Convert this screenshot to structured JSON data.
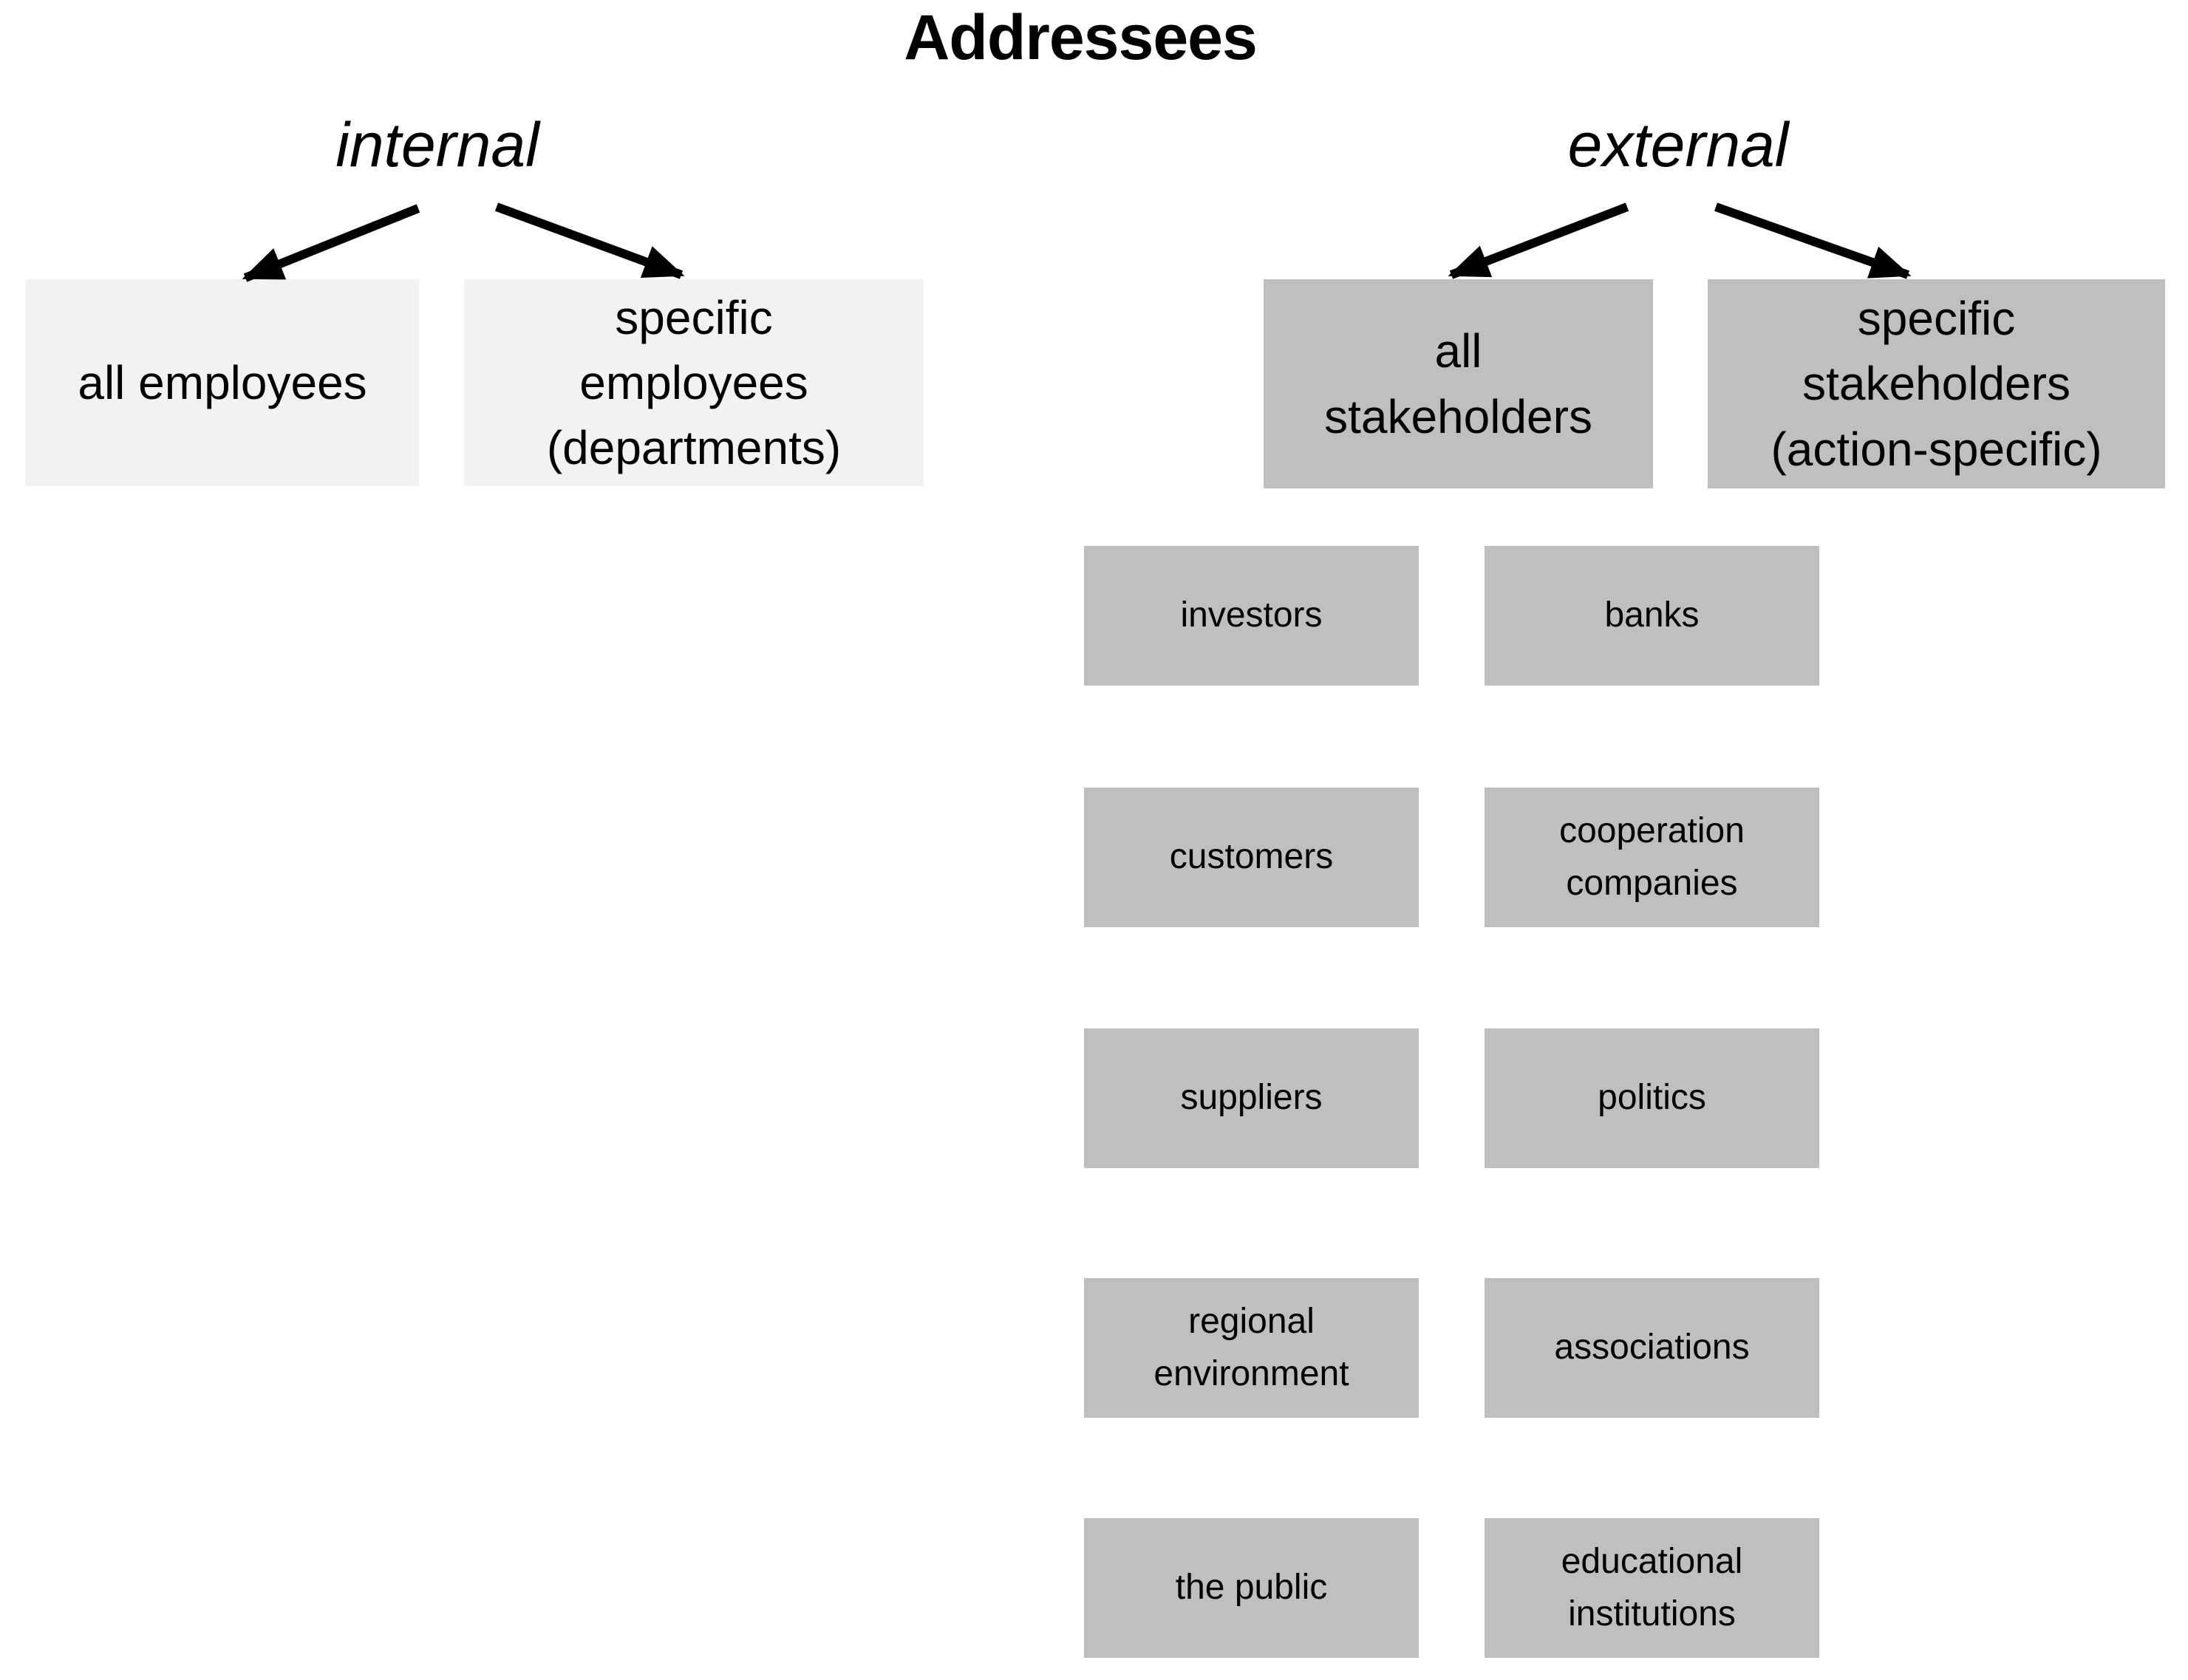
{
  "title": "Addressees",
  "branches": {
    "internal": {
      "label": "internal",
      "children": [
        {
          "label": "all employees"
        },
        {
          "label": "specific\nemployees\n(departments)"
        }
      ]
    },
    "external": {
      "label": "external",
      "children": [
        {
          "label": "all\nstakeholders"
        },
        {
          "label": "specific\nstakeholders\n(action-specific)"
        }
      ]
    }
  },
  "grid": {
    "cells": [
      {
        "label": "investors"
      },
      {
        "label": "banks"
      },
      {
        "label": "customers"
      },
      {
        "label": "cooperation\ncompanies"
      },
      {
        "label": "suppliers"
      },
      {
        "label": "politics"
      },
      {
        "label": "regional\nenvironment"
      },
      {
        "label": "associations"
      },
      {
        "label": "the public"
      },
      {
        "label": "educational\ninstitutions"
      }
    ]
  },
  "colors": {
    "internal_box": "#f2f2f2",
    "external_box": "#bfbfbf",
    "arrow": "#000000",
    "background": "#ffffff",
    "text": "#000000"
  }
}
